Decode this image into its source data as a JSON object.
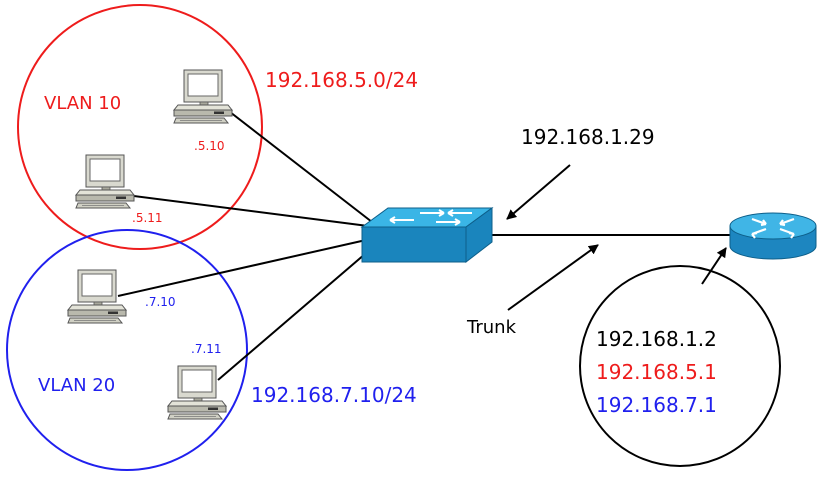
{
  "colors": {
    "vlan10": "#ee1c1c",
    "vlan20": "#2020ee",
    "neutral": "#000000",
    "switch_top": "#3ab5e6",
    "switch_side": "#1a85bd",
    "router_top": "#40b5e6",
    "router_side": "#1d86c0",
    "pc_body": "#c8c8bc",
    "pc_shadow": "#8a8a80"
  },
  "vlan10": {
    "label": "VLAN 10",
    "subnet": "192.168.5.0/24",
    "hosts": [
      {
        "label": ".5.10",
        "icon": "desktop-computer-icon"
      },
      {
        "label": ".5.11",
        "icon": "desktop-computer-icon"
      }
    ]
  },
  "vlan20": {
    "label": "VLAN 20",
    "subnet": "192.168.7.10/24",
    "hosts": [
      {
        "label": ".7.10",
        "icon": "desktop-computer-icon"
      },
      {
        "label": ".7.11",
        "icon": "desktop-computer-icon"
      }
    ]
  },
  "switch": {
    "icon": "network-switch-icon",
    "ip": "192.168.1.29"
  },
  "trunk": {
    "label": "Trunk"
  },
  "router": {
    "icon": "router-icon",
    "addresses": [
      "192.168.1.2",
      "192.168.5.1",
      "192.168.7.1"
    ]
  }
}
